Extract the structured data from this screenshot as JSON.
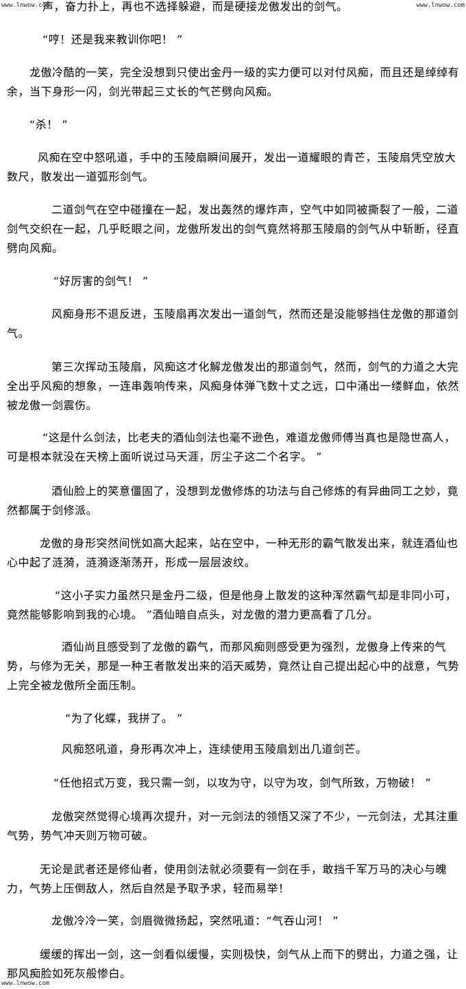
{
  "watermark": "www.lnwow.com",
  "paragraphs": [
    "声，奋力扑上，再也不选择躲避，而是硬接龙傲发出的剑气。",
    "“哼！还是我来教训你吧！ ”",
    "龙傲冷酷的一笑，完全没想到只使出金丹一级的实力便可以对付风痴，而且还是绰绰有余，当下身形一闪，剑光带起三丈长的气芒劈向风痴。",
    "“杀！ ”",
    "风痴在空中怒吼道，手中的玉陵扇瞬间展开，发出一道耀眼的青芒，玉陵扇凭空放大数尺，散发出一道弧形剑气。",
    "二道剑气在空中碰撞在一起，发出轰然的爆炸声，空气中如同被撕裂了一般，二道剑气交织在一起，几乎眨眼之间，龙傲所发出的剑气竟然将那玉陵扇的剑气从中斩断，径直劈向风痴。",
    "“好厉害的剑气！ ”",
    "风痴身形不退反进，玉陵扇再次发出一道剑气，然而还是没能够挡住龙傲的那道剑气。",
    "第三次挥动玉陵扇，风痴这才化解龙傲发出的那道剑气，然而，剑气的力道之大完全出乎风痴的想象，一连串轰响传来，风痴身体弹飞数十丈之远，口中涌出一缕鲜血，依然被龙傲一剑震伤。",
    "“这是什么剑法，比老夫的酒仙剑法也毫不逊色，难道龙傲师傅当真也是隐世高人，可是根本就没在天榜上面听说过马天涯，厉尘子这二个名字。 ”",
    "酒仙脸上的笑意僵固了，没想到龙傲修炼的功法与自己修炼的有异曲同工之妙，竟然都属于剑修派。",
    "龙傲的身形突然间恍如高大起来，站在空中，一种无形的霸气散发出来，就连酒仙也心中起了涟漪，涟漪逐渐荡开，形成一层层波纹。",
    "“这小子实力虽然只是金丹二级，但是他身上散发的这种浑然霸气却是非同小可，竟然能够影响到我的心境。 ”酒仙暗自点头，对龙傲的潜力更高看了几分。",
    "酒仙尚且感受到了龙傲的霸气，而那风痴则感受更为强烈，龙傲身上传来的气势，与修为无关，那是一种王者散发出来的滔天威势，竟然让自己提出起心中的战意，气势上完全被龙傲所全面压制。",
    "“为了化蝶，我拼了。 ”",
    "风痴怒吼道，身形再次冲上，连续使用玉陵扇划出几道剑芒。",
    "“任他招式万变，我只需一剑，以攻为守，以守为攻，剑气所致，万物破！ ”",
    "龙傲突然觉得心境再次提升，对一元剑法的领悟又深了不少，一元剑法，尤其注重气势，势气冲天则万物可破。",
    "无论是武者还是修仙者，使用剑法就必须要有一剑在手，敢挡千军万马的决心与魄力，气势上压倒敌人，然后自然是予取予求，轻而易举！",
    "龙傲冷冷一笑，剑眉微微扬起，突然吼道：“气吞山河！ ”",
    "缓缓的挥出一剑，这一剑看似缓慢，实则极快，剑气从上而下的劈出，力道之强，让那风痴脸如死灰般惨白。"
  ]
}
